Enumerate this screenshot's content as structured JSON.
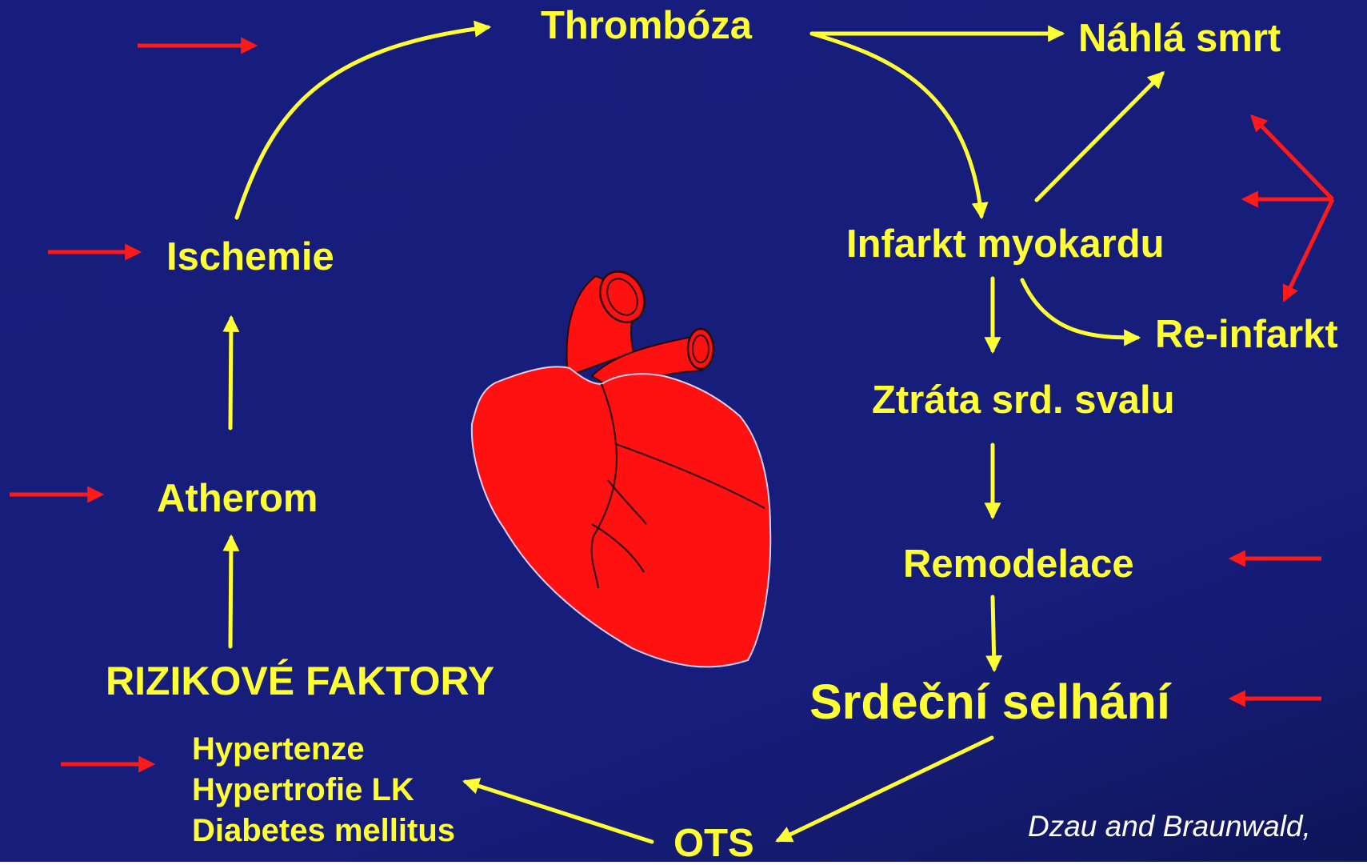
{
  "colors": {
    "background": "#161d7a",
    "flow_arrow": "#ffff33",
    "intervention_arrow": "#ff1a1a",
    "heart": "#ff1111"
  },
  "nodes": {
    "thrombosis": "Thrombóza",
    "sudden_death": "Náhlá smrt",
    "ischemia": "Ischemie",
    "infarction": "Infarkt myokardu",
    "reinfarction": "Re-infarkt",
    "muscle_loss": "Ztráta srd. svalu",
    "atheroma": "Atherom",
    "remodeling": "Remodelace",
    "risk_factors": "RIZIKOVÉ FAKTORY",
    "heart_failure": "Srdeční selhání",
    "death": "OTS"
  },
  "risk_factor_list": [
    "Hypertenze",
    "Hypertrofie LK",
    "Diabetes mellitus"
  ],
  "citation": "Dzau and Braunwald,",
  "icons": [
    "heart-icon"
  ]
}
